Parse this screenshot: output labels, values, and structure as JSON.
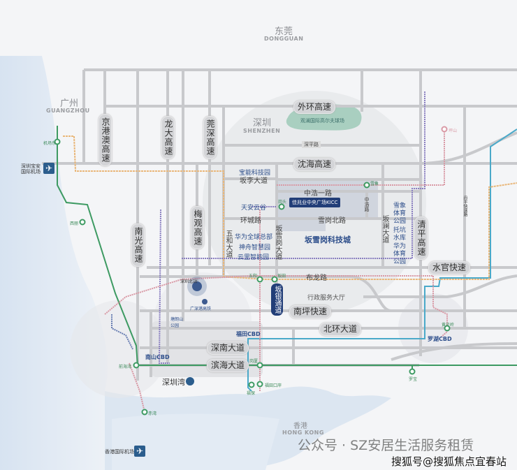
{
  "cities": {
    "dongguan_cn": "东莞",
    "dongguan_en": "DONGGUAN",
    "guangzhou_cn": "广州",
    "guangzhou_en": "GUANGZHOU",
    "shenzhen_cn": "深圳",
    "shenzhen_en": "SHENZHEN",
    "hongkong_cn": "香港",
    "hongkong_en": "HONG KONG"
  },
  "highways": {
    "waihuan": "外环高速",
    "shenhai": "沈海高速",
    "jinggangao": "京港澳高速",
    "longda": "龙大高速",
    "guanshen": "莞深高速",
    "meiguan": "梅观高速",
    "nanguang": "南光高速",
    "qingping": "清平高速",
    "shuiguan": "水官快速",
    "nanping": "南坪快速",
    "beihuan": "北环大道",
    "shennan": "深南大道",
    "binhai": "滨海大道",
    "bantian_tunnel": "坂银通道"
  },
  "roads": {
    "shenping": "深平路",
    "banli": "坂李大道",
    "zhonghao1": "中浩一路",
    "huancheng": "环城路",
    "xuegangbei": "雪岗北路",
    "wuhe": "五和大道",
    "banxuegang": "坂雪岗大道",
    "banlan": "坂澜大道",
    "zhonghao": "中浩路",
    "bulong": "布龙路",
    "dangui": "丹平快速路"
  },
  "pois": {
    "golf": "观澜国际高尔夫球场",
    "baoneng": "宝能科技园",
    "tianan": "天安云谷",
    "huawei_hq": "华为全球总部",
    "shenzhou": "神舟智慧园",
    "yunli": "云里智能园",
    "xuexiang": "雪象体育公园",
    "tuokeng": "托坑水库",
    "huawei_park": "华为体育公园",
    "admin": "行政服务大厅",
    "tech_city": "坂雪岗科技城",
    "project": "佳兆业中央广场KICC",
    "tanglang": "塘朗山公园",
    "gsg_rail": "广深港高铁",
    "sz_north": "深圳北站"
  },
  "cbds": {
    "nanshan": "南山CBD",
    "futian": "福田CBD",
    "luohu": "罗湖CBD",
    "shenzhenwan": "深圳湾"
  },
  "stations": {
    "airport_east": "机场东",
    "qianhaiwan": "前海湾",
    "chiwan": "赤湾",
    "wuhe": "五和",
    "bantian": "坂田",
    "gangxia": "岗厦",
    "fubao": "福保",
    "futian_port": "福田口岸",
    "luobao": "罗宝",
    "huangbeiling": "黄贝岭",
    "xuexiang": "雪象",
    "gangtou": "岗头",
    "pingshan": "坪山",
    "xili": "西丽"
  },
  "airports": {
    "shenzhen": "深圳宝安国际机场",
    "hongkong": "香港国际机场",
    "icon": "airplane-icon"
  },
  "watermarks": {
    "wechat": "公众号 · SZ安居生活服务租赁",
    "sohu": "搜狐号@搜狐焦点宜春站"
  },
  "colors": {
    "road": "#c8c9cc",
    "metro_green": "#3d9a62",
    "metro_teal": "#4aa9c9",
    "metro_orange": "#e9b77a",
    "metro_purple": "#8a7fc0",
    "metro_pink": "#d99aa6",
    "brand_blue": "#223e78"
  }
}
